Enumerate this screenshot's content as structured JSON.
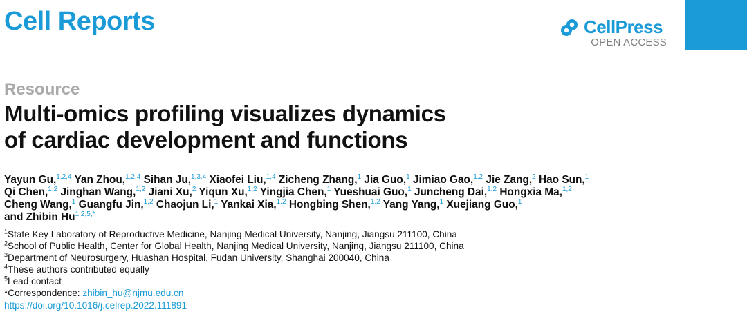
{
  "header": {
    "journal": "Cell Reports",
    "publisher": "CellPress",
    "access": "OPEN ACCESS",
    "colors": {
      "brand": "#1a9bd7",
      "muted": "#808080"
    }
  },
  "article": {
    "type": "Resource",
    "title_line1": "Multi-omics profiling visualizes dynamics",
    "title_line2": "of cardiac development and functions"
  },
  "authors": [
    {
      "name": "Yayun Gu,",
      "sup": "1,2,4"
    },
    {
      "name": "Yan Zhou,",
      "sup": "1,2,4"
    },
    {
      "name": "Sihan Ju,",
      "sup": "1,3,4"
    },
    {
      "name": "Xiaofei Liu,",
      "sup": "1,4"
    },
    {
      "name": "Zicheng Zhang,",
      "sup": "1"
    },
    {
      "name": "Jia Guo,",
      "sup": "1"
    },
    {
      "name": "Jimiao Gao,",
      "sup": "1,2"
    },
    {
      "name": "Jie Zang,",
      "sup": "2"
    },
    {
      "name": "Hao Sun,",
      "sup": "1"
    },
    {
      "name": "Qi Chen,",
      "sup": "1,2"
    },
    {
      "name": "Jinghan Wang,",
      "sup": "1,2"
    },
    {
      "name": "Jiani Xu,",
      "sup": "2"
    },
    {
      "name": "Yiqun Xu,",
      "sup": "1,2"
    },
    {
      "name": "Yingjia Chen,",
      "sup": "1"
    },
    {
      "name": "Yueshuai Guo,",
      "sup": "1"
    },
    {
      "name": "Juncheng Dai,",
      "sup": "1,2"
    },
    {
      "name": "Hongxia Ma,",
      "sup": "1,2"
    },
    {
      "name": "Cheng Wang,",
      "sup": "1"
    },
    {
      "name": "Guangfu Jin,",
      "sup": "1,2"
    },
    {
      "name": "Chaojun Li,",
      "sup": "1"
    },
    {
      "name": "Yankai Xia,",
      "sup": "1,2"
    },
    {
      "name": "Hongbing Shen,",
      "sup": "1,2"
    },
    {
      "name": "Yang Yang,",
      "sup": "1"
    },
    {
      "name": "Xuejiang Guo,",
      "sup": "1"
    },
    {
      "name": "and Zhibin Hu",
      "sup": "1,2,5,*"
    }
  ],
  "affiliations": [
    {
      "mark": "1",
      "text": "State Key Laboratory of Reproductive Medicine, Nanjing Medical University, Nanjing, Jiangsu 211100, China"
    },
    {
      "mark": "2",
      "text": "School of Public Health, Center for Global Health, Nanjing Medical University, Nanjing, Jiangsu 211100, China"
    },
    {
      "mark": "3",
      "text": "Department of Neurosurgery, Huashan Hospital, Fudan University, Shanghai 200040, China"
    },
    {
      "mark": "4",
      "text": "These authors contributed equally"
    },
    {
      "mark": "5",
      "text": "Lead contact"
    }
  ],
  "correspondence": {
    "label": "*Correspondence: ",
    "email": "zhibin_hu@njmu.edu.cn"
  },
  "doi": "https://doi.org/10.1016/j.celrep.2022.111891"
}
